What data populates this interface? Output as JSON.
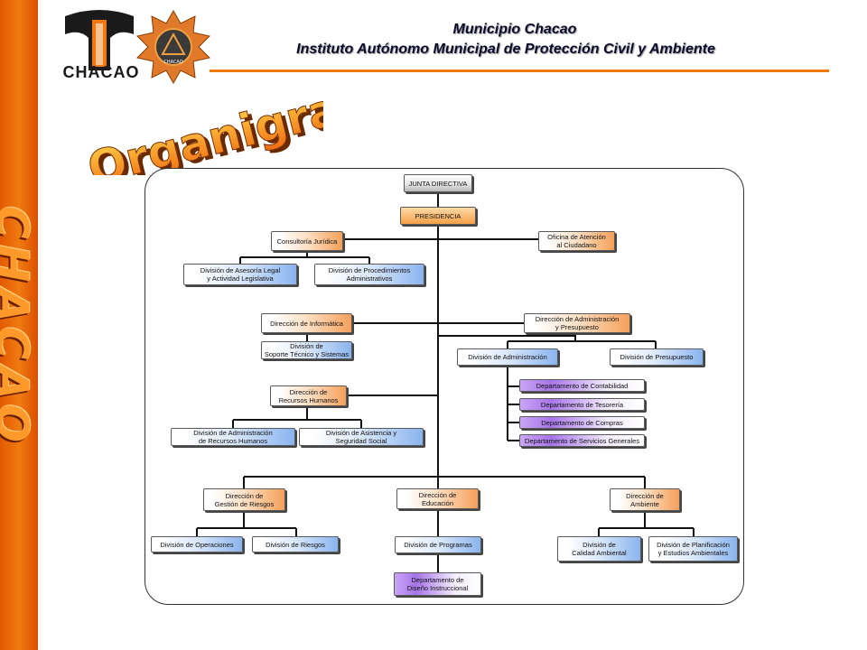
{
  "header": {
    "line1": "Municipio Chacao",
    "line2": "Instituto Autónomo Municipal de Protección Civil y Ambiente"
  },
  "logo": {
    "text": "CHACAO",
    "seal_text": "CHACAO"
  },
  "title": "Organigrama",
  "side_banner": "CHACAO",
  "colors": {
    "accent": "#f07a10",
    "side_bar": "#e25a00",
    "title_fill": "#f7a01c"
  },
  "orgchart": {
    "junta": "JUNTA DIRECTIVA",
    "presidencia": "PRESIDENCIA",
    "consultoria": "Consultoría Jurídica",
    "oficina_atencion": "Oficina de Atención\nal Ciudadano",
    "div_asesoria": "División de Asesoría Legal\ny Actividad Legislativa",
    "div_procedimientos": "División de Procedimientos\nAdministrativos",
    "dir_informatica": "Dirección de Informática",
    "div_soporte": "División de\nSoporte Técnico y Sistemas",
    "dir_admin": "Dirección de Administración\ny Presupuesto",
    "div_administracion": "División de Administración",
    "div_presupuesto": "División de Presupuesto",
    "dep_contabilidad": "Departamento de Contabilidad",
    "dep_tesoreria": "Departamento de Tesorería",
    "dep_compras": "Departamento de Compras",
    "dep_servicios": "Departamento de Servicios Generales",
    "dir_rrhh": "Dirección de\nRecursos Humanos",
    "div_admin_rrhh": "División de Administración\nde Recursos Humanos",
    "div_asistencia": "División de Asistencia y\nSeguridad Social",
    "dir_riesgos": "Dirección de\nGestión de Riesgos",
    "dir_educacion": "Dirección de\nEducación",
    "dir_ambiente": "Dirección de\nAmbiente",
    "div_operaciones": "División de Operaciones",
    "div_riesgos": "División de Riesgos",
    "div_programas": "División de Programas",
    "div_calidad": "División de\nCalidad Ambiental",
    "div_planificacion": "División de Planificación\ny Estudios Ambientales",
    "dep_diseno": "Departamento de\nDiseño Instruccional"
  }
}
